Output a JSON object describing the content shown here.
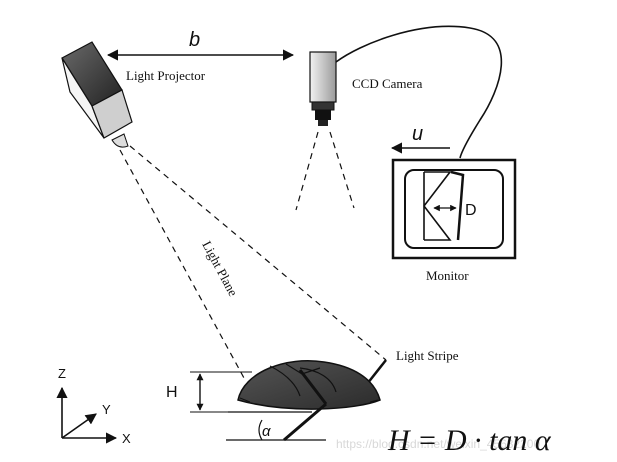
{
  "labels": {
    "baseline": "b",
    "projector": "Light Projector",
    "camera": "CCD Camera",
    "velocity": "u",
    "displacement": "D",
    "monitor": "Monitor",
    "light_plane": "Light Plane",
    "light_stripe": "Light Stripe",
    "height": "H",
    "angle": "α",
    "axis_z": "Z",
    "axis_y": "Y",
    "axis_x": "X",
    "equation": "H = D · tan α"
  },
  "watermark": "https://blog.csdn.net/weixin_45632200"
}
